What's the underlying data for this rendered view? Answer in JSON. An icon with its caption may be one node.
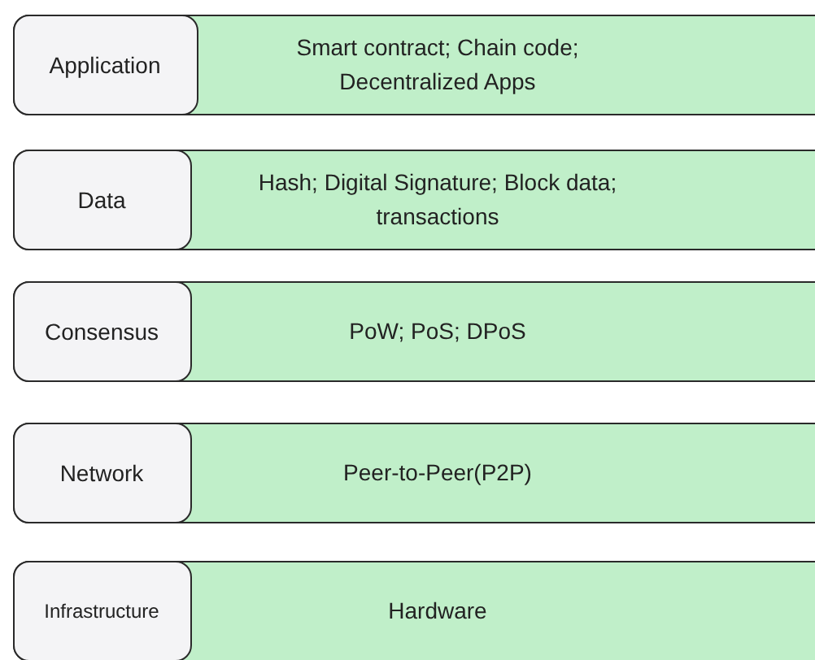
{
  "diagram": {
    "nodes": [
      {
        "text": [
          "Smart contract; Chain code; Decentralized Apps"
        ]
      },
      {
        "text": [
          "Application"
        ],
        "in": 0
      },
      {
        "text": [
          "Hash; Digital Signature; Block data; transactions"
        ]
      },
      {
        "text": [
          "Data"
        ],
        "in": 2
      },
      {
        "text": [
          "PoW; PoS; DPoS"
        ]
      },
      {
        "text": [
          "Consensus"
        ],
        "in": 4
      },
      {
        "text": [
          "Peer-to-Peer(P2P)"
        ]
      },
      {
        "text": [
          "Network"
        ],
        "in": 6
      },
      {
        "text": [
          "Hardware"
        ]
      },
      {
        "text": [
          "Infrastructure"
        ],
        "in": 8
      }
    ]
  }
}
